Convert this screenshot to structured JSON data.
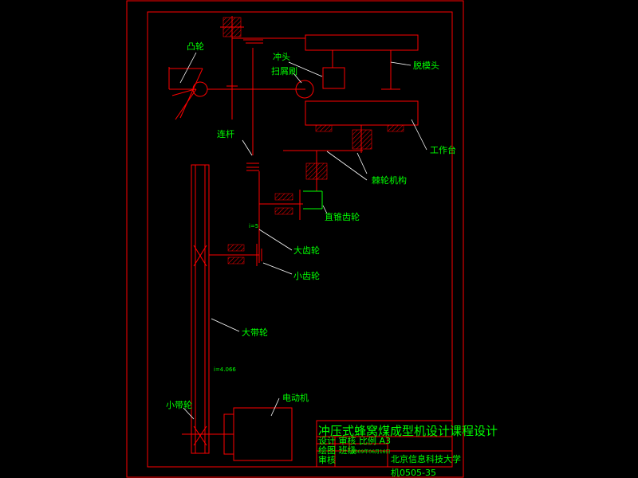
{
  "labels": {
    "cam": "凸轮",
    "punch": "冲头",
    "scraper": "扫屑刷",
    "stripper": "脱模头",
    "workbench": "工作台",
    "connecting_rod": "连杆",
    "ratchet": "棘轮机构",
    "bevel_gear": "直锥齿轮",
    "ratio_1": "i=5",
    "large_gear": "大齿轮",
    "small_gear": "小齿轮",
    "large_pulley": "大带轮",
    "ratio_2": "i=4.066",
    "small_pulley": "小带轮",
    "motor": "电动机"
  },
  "title_block": {
    "title": "冲压式蜂窝煤成型机设计课程设计",
    "row1": "设计 审核 比例 A3",
    "row2_left": "绘图 班级",
    "row2_right": "2009年06月16日",
    "row3_left": "审核",
    "school": "北京信息科技大学",
    "drawing_no": "机0505-35"
  },
  "colors": {
    "frame": "#ff0000",
    "text": "#00ff00",
    "leader": "#ffffff",
    "background": "#000000"
  }
}
